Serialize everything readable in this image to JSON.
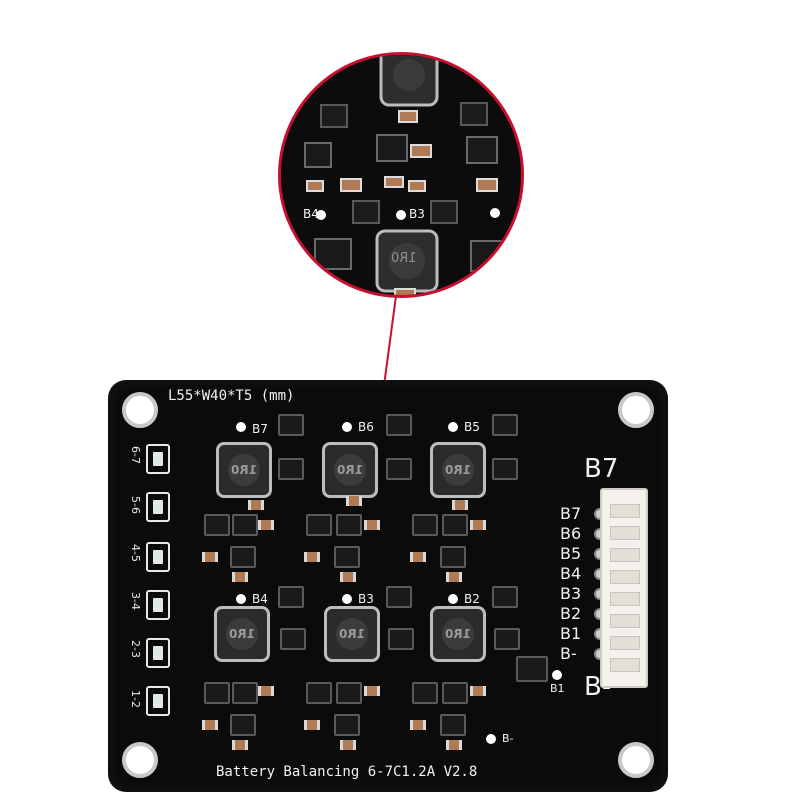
{
  "board": {
    "dimensions_label": "L55*W40*T5 (mm)",
    "footer_label": "Battery Balancing 6-7C1.2A V2.8",
    "cell_labels": [
      "B7",
      "B6",
      "B5",
      "B4",
      "B3",
      "B2"
    ],
    "inductor_mark": "1R0",
    "led_labels": [
      "6-7",
      "5-6",
      "4-5",
      "3-4",
      "2-3",
      "1-2"
    ],
    "connector_top": "B7",
    "connector_bottom": "B-",
    "connector_pins": [
      "B7",
      "B6",
      "B5",
      "B4",
      "B3",
      "B2",
      "B1",
      "B-"
    ],
    "b1_label": "B1",
    "bminus_label": "B-"
  },
  "magnifier": {
    "labels": [
      "B4",
      "B3"
    ],
    "inductor_mark": "1R0"
  },
  "colors": {
    "pcb": "#0b0b0b",
    "silkscreen": "#f2f2f2",
    "magnifier_ring": "#c8102e",
    "connector": "#f4f1ec"
  }
}
